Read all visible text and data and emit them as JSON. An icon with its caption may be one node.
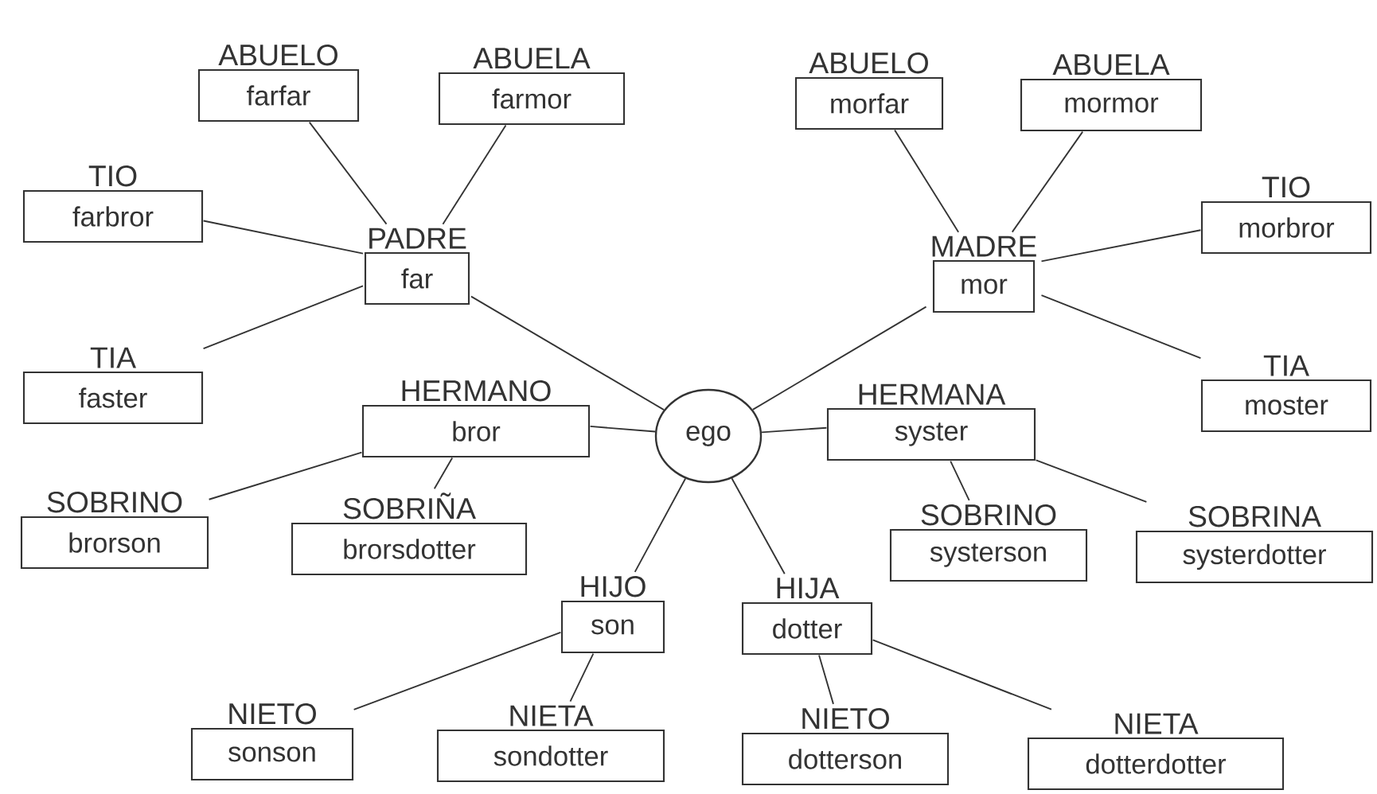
{
  "diagram": {
    "nodes": [
      {
        "text": [
          "ABUELO",
          "farfar"
        ]
      },
      {
        "text": [
          "ABUELA",
          "farmor"
        ]
      },
      {
        "text": [
          "ABUELO",
          "morfar"
        ]
      },
      {
        "text": [
          "ABUELA",
          "mormor"
        ]
      },
      {
        "text": [
          "TIO",
          "farbror"
        ]
      },
      {
        "text": [
          "PADRE",
          "far"
        ]
      },
      {
        "text": [
          "MADRE",
          "mor"
        ]
      },
      {
        "text": [
          "TIO",
          "morbror"
        ]
      },
      {
        "text": [
          "TIA",
          "faster"
        ]
      },
      {
        "text": [
          "HERMANO",
          "bror"
        ]
      },
      {
        "text": [
          "ego"
        ]
      },
      {
        "text": [
          "HERMANA",
          "syster"
        ]
      },
      {
        "text": [
          "TIA",
          "moster"
        ]
      },
      {
        "text": [
          "SOBRINO",
          "brorson"
        ]
      },
      {
        "text": [
          "SOBRIÑA",
          "brorsdotter"
        ]
      },
      {
        "text": [
          "SOBRINO",
          "systerson"
        ]
      },
      {
        "text": [
          "SOBRINA",
          "systerdotter"
        ]
      },
      {
        "text": [
          "HIJO",
          "son"
        ]
      },
      {
        "text": [
          "HIJA",
          "dotter"
        ]
      },
      {
        "text": [
          "NIETO",
          "sonson"
        ]
      },
      {
        "text": [
          "NIETA",
          "sondotter"
        ]
      },
      {
        "text": [
          "NIETO",
          "dotterson"
        ]
      },
      {
        "text": [
          "NIETA",
          "dotterdotter"
        ]
      }
    ],
    "edges": [
      {
        "from": 5,
        "to": 0,
        "arrow": "none"
      },
      {
        "from": 5,
        "to": 1,
        "arrow": "none"
      },
      {
        "from": 5,
        "to": 4,
        "arrow": "none"
      },
      {
        "from": 5,
        "to": 8,
        "arrow": "none"
      },
      {
        "from": 10,
        "to": 5,
        "arrow": "none"
      },
      {
        "from": 6,
        "to": 2,
        "arrow": "none"
      },
      {
        "from": 6,
        "to": 3,
        "arrow": "none"
      },
      {
        "from": 6,
        "to": 7,
        "arrow": "none"
      },
      {
        "from": 6,
        "to": 12,
        "arrow": "none"
      },
      {
        "from": 10,
        "to": 6,
        "arrow": "none"
      },
      {
        "from": 10,
        "to": 9,
        "arrow": "none"
      },
      {
        "from": 10,
        "to": 11,
        "arrow": "none"
      },
      {
        "from": 10,
        "to": 17,
        "arrow": "none"
      },
      {
        "from": 10,
        "to": 18,
        "arrow": "none"
      },
      {
        "from": 9,
        "to": 13,
        "arrow": "none"
      },
      {
        "from": 9,
        "to": 14,
        "arrow": "none"
      },
      {
        "from": 11,
        "to": 15,
        "arrow": "none"
      },
      {
        "from": 11,
        "to": 16,
        "arrow": "none"
      },
      {
        "from": 17,
        "to": 19,
        "arrow": "none"
      },
      {
        "from": 17,
        "to": 20,
        "arrow": "none"
      },
      {
        "from": 18,
        "to": 21,
        "arrow": "none"
      },
      {
        "from": 18,
        "to": 22,
        "arrow": "none"
      }
    ]
  }
}
